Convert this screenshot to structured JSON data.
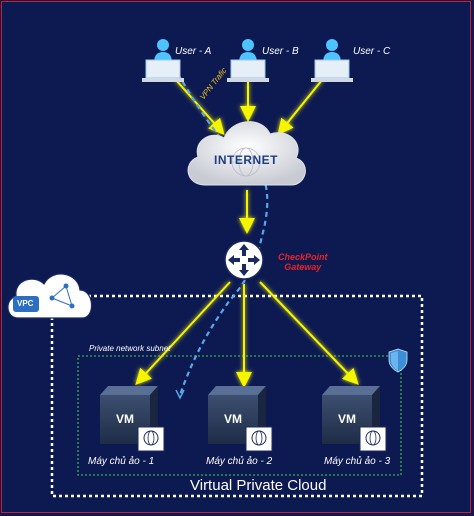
{
  "users": [
    {
      "label": "User - A"
    },
    {
      "label": "User - B"
    },
    {
      "label": "User - C"
    }
  ],
  "internet": {
    "label": "INTERNET"
  },
  "gateway": {
    "label_line1": "CheckPoint",
    "label_line2": "Gateway"
  },
  "vpn": {
    "label": "VPN Trafic"
  },
  "vpc": {
    "badge": "VPC",
    "title": "Virtual Private Cloud"
  },
  "subnet": {
    "label": "Private network subnet"
  },
  "vms": [
    {
      "box": "VM",
      "label": "Máy chủ ảo - 1"
    },
    {
      "box": "VM",
      "label": "Máy chủ ảo - 2"
    },
    {
      "box": "VM",
      "label": "Máy chủ ảo - 3"
    }
  ],
  "www": {
    "label": "WWW"
  },
  "colors": {
    "background": "#0d1a52",
    "border": "#d01e2a",
    "arrow": "#f5f500",
    "arrow_glow": "#c9c97a",
    "vpn_dashed": "#5aa7e6",
    "gateway_text": "#e8212a",
    "vpn_text": "#f0c419",
    "subnet_border": "#37b24d",
    "vpc_border": "#ffffff",
    "user_icon": "#4dc3ff"
  }
}
